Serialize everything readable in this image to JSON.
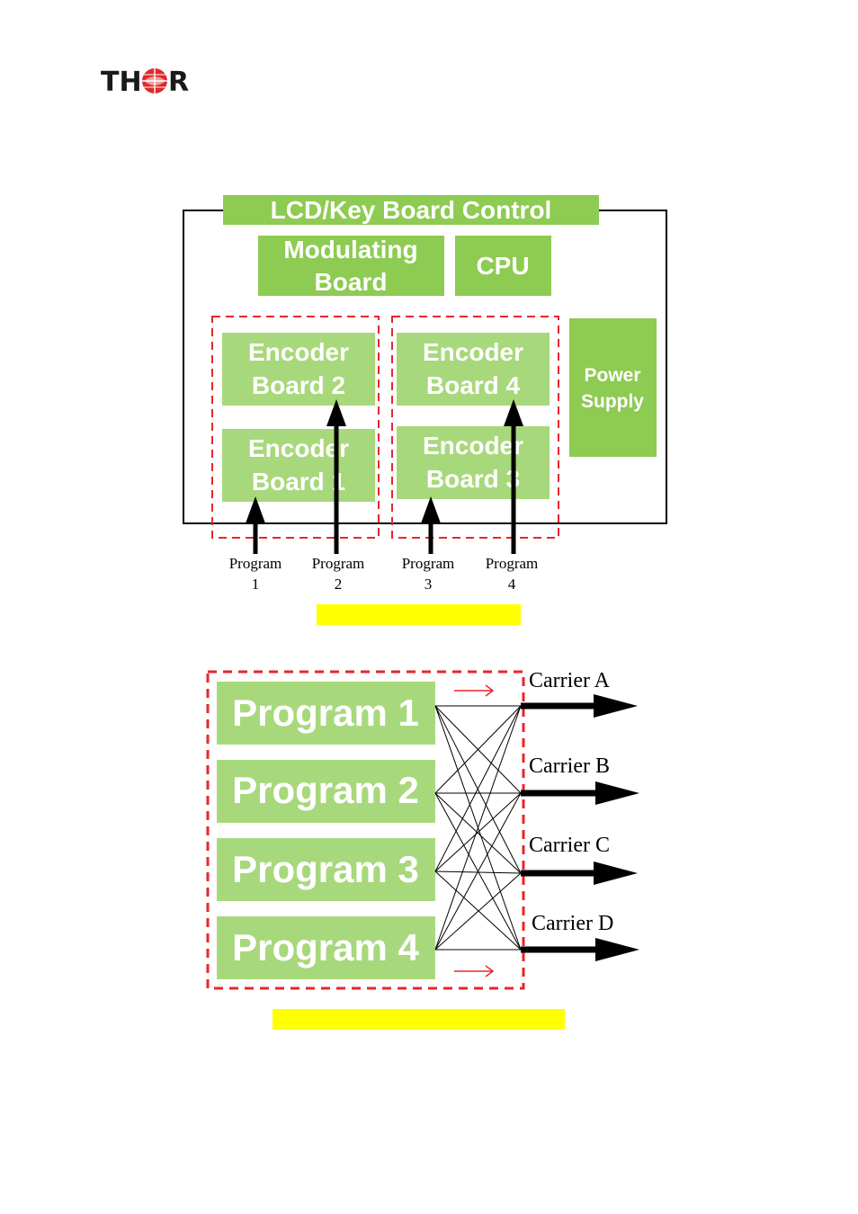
{
  "logo": {
    "text": "THOR"
  },
  "top_diagram": {
    "lcd_label": "LCD/Key Board Control",
    "modulating_line1": "Modulating",
    "modulating_line2": "Board",
    "cpu_label": "CPU",
    "power_line1": "Power",
    "power_line2": "Supply",
    "encoders": [
      {
        "line1": "Encoder",
        "line2": "Board 2"
      },
      {
        "line1": "Encoder",
        "line2": "Board 1"
      },
      {
        "line1": "Encoder",
        "line2": "Board 4"
      },
      {
        "line1": "Encoder",
        "line2": "Board 3"
      }
    ],
    "programs": [
      {
        "line1": "Program",
        "line2": "1"
      },
      {
        "line1": "Program",
        "line2": "2"
      },
      {
        "line1": "Program",
        "line2": "3"
      },
      {
        "line1": "Program",
        "line2": "4"
      }
    ]
  },
  "bottom_diagram": {
    "programs": [
      "Program 1",
      "Program 2",
      "Program 3",
      "Program 4"
    ],
    "carriers": [
      "Carrier A",
      "Carrier B",
      "Carrier C",
      "Carrier D"
    ]
  },
  "colors": {
    "green_dark": "#8dcb52",
    "green_light": "#a8d87c",
    "red_dash": "#e8262d",
    "highlight": "#ffff00"
  }
}
